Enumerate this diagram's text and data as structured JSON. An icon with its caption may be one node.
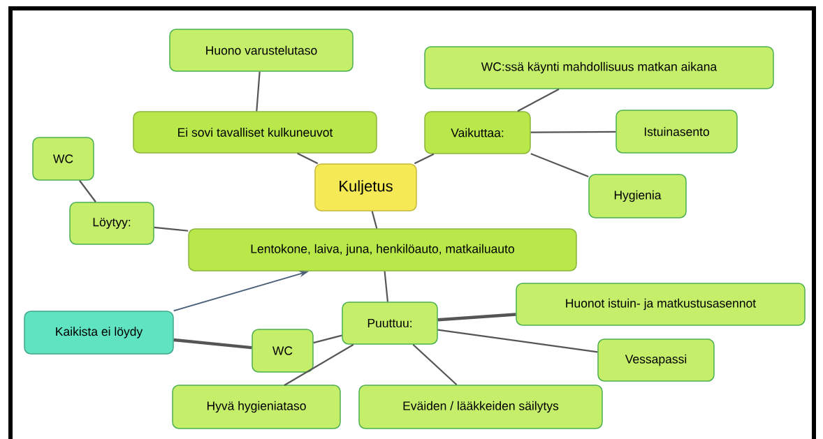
{
  "diagram": {
    "nodes": [
      {
        "text": [
          "Huono varustelutaso"
        ]
      },
      {
        "text": [
          "WC:ssä käynti mahdollisuus matkan aikana"
        ]
      },
      {
        "text": [
          "Ei sovi tavalliset kulkuneuvot"
        ]
      },
      {
        "text": [
          "Vaikuttaa:"
        ]
      },
      {
        "text": [
          "Istuinasento"
        ]
      },
      {
        "text": [
          "WC"
        ]
      },
      {
        "text": [
          "Kuljetus"
        ]
      },
      {
        "text": [
          "Hygienia"
        ]
      },
      {
        "text": [
          "Löytyy:"
        ]
      },
      {
        "text": [
          "Lentokone, laiva, juna, henkilöauto, matkailuauto"
        ]
      },
      {
        "text": [
          "Huonot istuin- ja matkustusasennot"
        ]
      },
      {
        "text": [
          "Kaikista ei löydy"
        ]
      },
      {
        "text": [
          "Puuttuu:"
        ]
      },
      {
        "text": [
          "WC"
        ]
      },
      {
        "text": [
          "Vessapassi"
        ]
      },
      {
        "text": [
          "Hyvä hygieniataso"
        ]
      },
      {
        "text": [
          "Eväiden / lääkkeiden säilytys"
        ]
      }
    ],
    "edges": [
      {
        "from": 0,
        "to": 2,
        "arrow": "none"
      },
      {
        "from": 2,
        "to": 6,
        "arrow": "none"
      },
      {
        "from": 6,
        "to": 3,
        "arrow": "none"
      },
      {
        "from": 3,
        "to": 1,
        "arrow": "none"
      },
      {
        "from": 3,
        "to": 4,
        "arrow": "none"
      },
      {
        "from": 3,
        "to": 7,
        "arrow": "none"
      },
      {
        "from": 5,
        "to": 8,
        "arrow": "none"
      },
      {
        "from": 8,
        "to": 9,
        "arrow": "none"
      },
      {
        "from": 6,
        "to": 9,
        "arrow": "none"
      },
      {
        "from": 9,
        "to": 12,
        "arrow": "none"
      },
      {
        "from": 11,
        "to": 9,
        "arrow": "to",
        "color": "#4a6078"
      },
      {
        "from": 11,
        "to": 13,
        "arrow": "none",
        "style": "thick"
      },
      {
        "from": 13,
        "to": 12,
        "arrow": "none"
      },
      {
        "from": 12,
        "to": 10,
        "arrow": "none",
        "style": "thick"
      },
      {
        "from": 12,
        "to": 14,
        "arrow": "none"
      },
      {
        "from": 12,
        "to": 15,
        "arrow": "none"
      },
      {
        "from": 12,
        "to": 16,
        "arrow": "none"
      }
    ]
  }
}
